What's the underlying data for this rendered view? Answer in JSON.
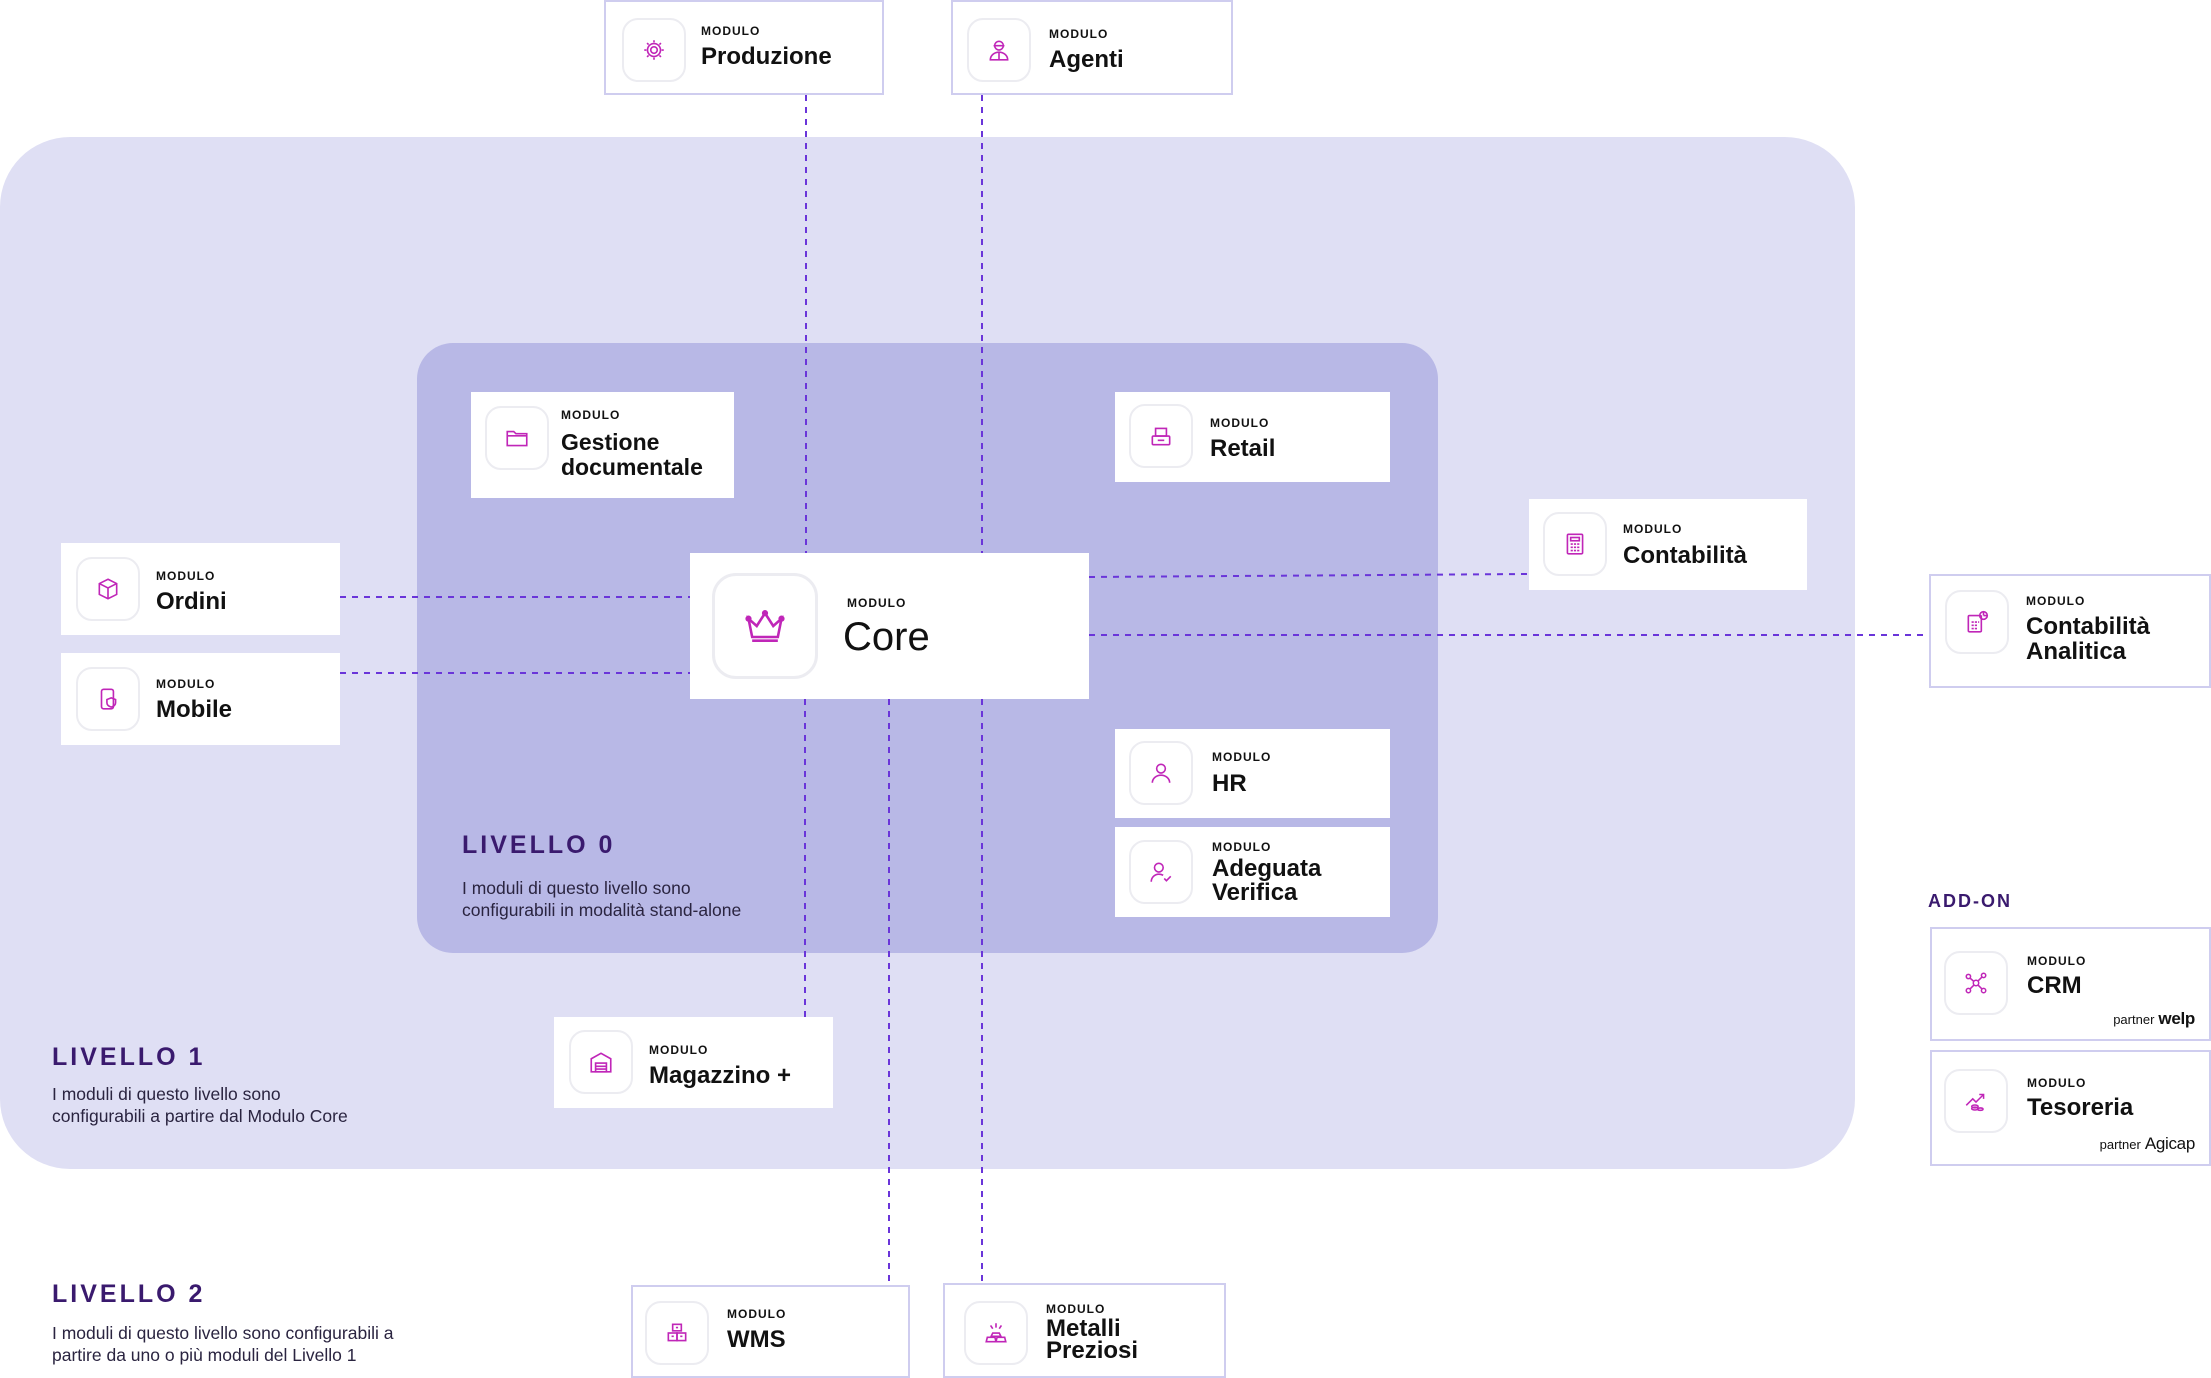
{
  "colors": {
    "level1_bg": "#dfdff4",
    "level0_bg": "#b8b8e6",
    "connector": "#6a35d9",
    "title": "#3a1a6e",
    "icon_accent": "#c026b8"
  },
  "levels": {
    "level0": {
      "title": "LIVELLO 0",
      "desc": "I moduli di questo livello sono\nconfigurabili in modalità stand-alone"
    },
    "level1": {
      "title": "LIVELLO 1",
      "desc": "I moduli di questo livello sono\nconfigurabili a partire dal Modulo Core"
    },
    "level2": {
      "title": "LIVELLO 2",
      "desc": "I moduli di questo livello sono configurabili a\npartire da uno o più moduli del Livello 1"
    }
  },
  "addon_title": "ADD-ON",
  "modules": {
    "produzione": {
      "tag": "MODULO",
      "name": "Produzione",
      "icon": "gear-icon"
    },
    "agenti": {
      "tag": "MODULO",
      "name": "Agenti",
      "icon": "agent-icon"
    },
    "gestione_documentale": {
      "tag": "MODULO",
      "name": "Gestione\ndocumentale",
      "icon": "folder-icon"
    },
    "retail": {
      "tag": "MODULO",
      "name": "Retail",
      "icon": "register-icon"
    },
    "contabilita": {
      "tag": "MODULO",
      "name": "Contabilità",
      "icon": "calculator-icon"
    },
    "contabilita_analitica": {
      "tag": "MODULO",
      "name": "Contabilità\nAnalitica",
      "icon": "calculator-chart-icon"
    },
    "ordini": {
      "tag": "MODULO",
      "name": "Ordini",
      "icon": "box-icon"
    },
    "mobile": {
      "tag": "MODULO",
      "name": "Mobile",
      "icon": "mobile-shield-icon"
    },
    "core": {
      "tag": "MODULO",
      "name": "Core",
      "icon": "crown-icon"
    },
    "hr": {
      "tag": "MODULO",
      "name": "HR",
      "icon": "user-icon"
    },
    "adeguata_verifica": {
      "tag": "MODULO",
      "name": "Adeguata\nVerifica",
      "icon": "user-check-icon"
    },
    "magazzino": {
      "tag": "MODULO",
      "name": "Magazzino +",
      "icon": "warehouse-icon"
    },
    "wms": {
      "tag": "MODULO",
      "name": "WMS",
      "icon": "boxes-icon"
    },
    "metalli_preziosi": {
      "tag": "MODULO",
      "name": "Metalli\nPreziosi",
      "icon": "gold-bars-icon"
    },
    "crm": {
      "tag": "MODULO",
      "name": "CRM",
      "icon": "network-icon",
      "partner_label": "partner",
      "partner_brand": "welp"
    },
    "tesoreria": {
      "tag": "MODULO",
      "name": "Tesoreria",
      "icon": "growth-coins-icon",
      "partner_label": "partner",
      "partner_brand": "Agicap"
    }
  }
}
